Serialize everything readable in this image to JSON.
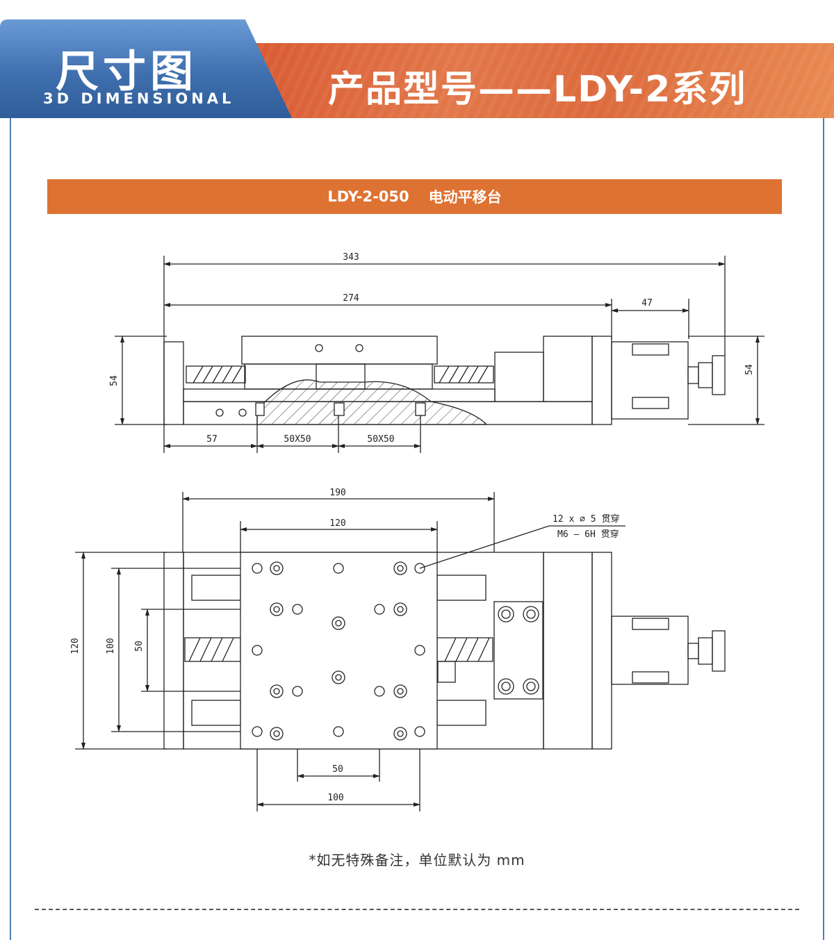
{
  "header": {
    "title_cn": "尺寸图",
    "title_en": "3D DIMENSIONAL",
    "product_line": "产品型号——LDY-2系列"
  },
  "model_bar": {
    "model": "LDY-2-050",
    "name": "电动平移台"
  },
  "side_view": {
    "dim_total_length": "343",
    "dim_body_length": "274",
    "dim_motor_length": "47",
    "dim_height_left": "54",
    "dim_height_right": "54",
    "dim_offset": "57",
    "dim_pitch_1": "50X50",
    "dim_pitch_2": "50X50"
  },
  "top_view": {
    "dim_base_width": "190",
    "dim_carriage_width": "120",
    "dim_overall_height": "120",
    "dim_hole_span_v": "100",
    "dim_hole_pitch_v": "50",
    "dim_hole_pitch_h": "50",
    "dim_hole_span_h": "100",
    "callout_line1": "12 x ∅ 5 贯穿",
    "callout_line2": "M6 – 6H 贯穿"
  },
  "footer": {
    "note": "*如无特殊备注，单位默认为 mm"
  },
  "colors": {
    "header_blue": "#3f6fae",
    "header_orange": "#dc6a3c",
    "bar_orange": "#de7232",
    "line": "#222222"
  }
}
